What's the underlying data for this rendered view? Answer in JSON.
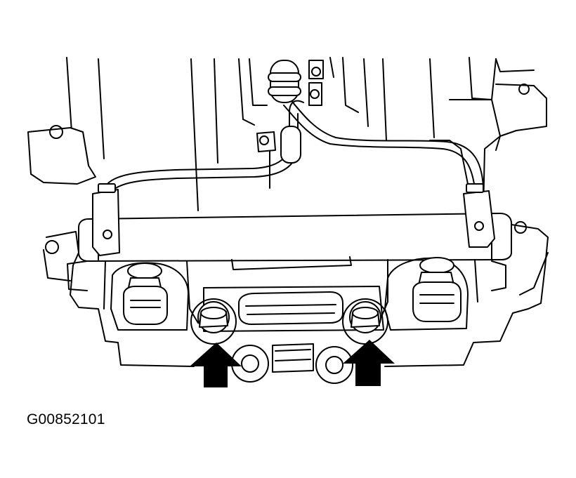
{
  "figure": {
    "id_label": "G00852101",
    "callouts": [
      {
        "name": "left-mounting-bolt",
        "icon": "up-arrow-icon"
      },
      {
        "name": "right-mounting-bolt",
        "icon": "up-arrow-icon"
      }
    ],
    "colors": {
      "line": "#000000",
      "background": "#ffffff"
    }
  }
}
